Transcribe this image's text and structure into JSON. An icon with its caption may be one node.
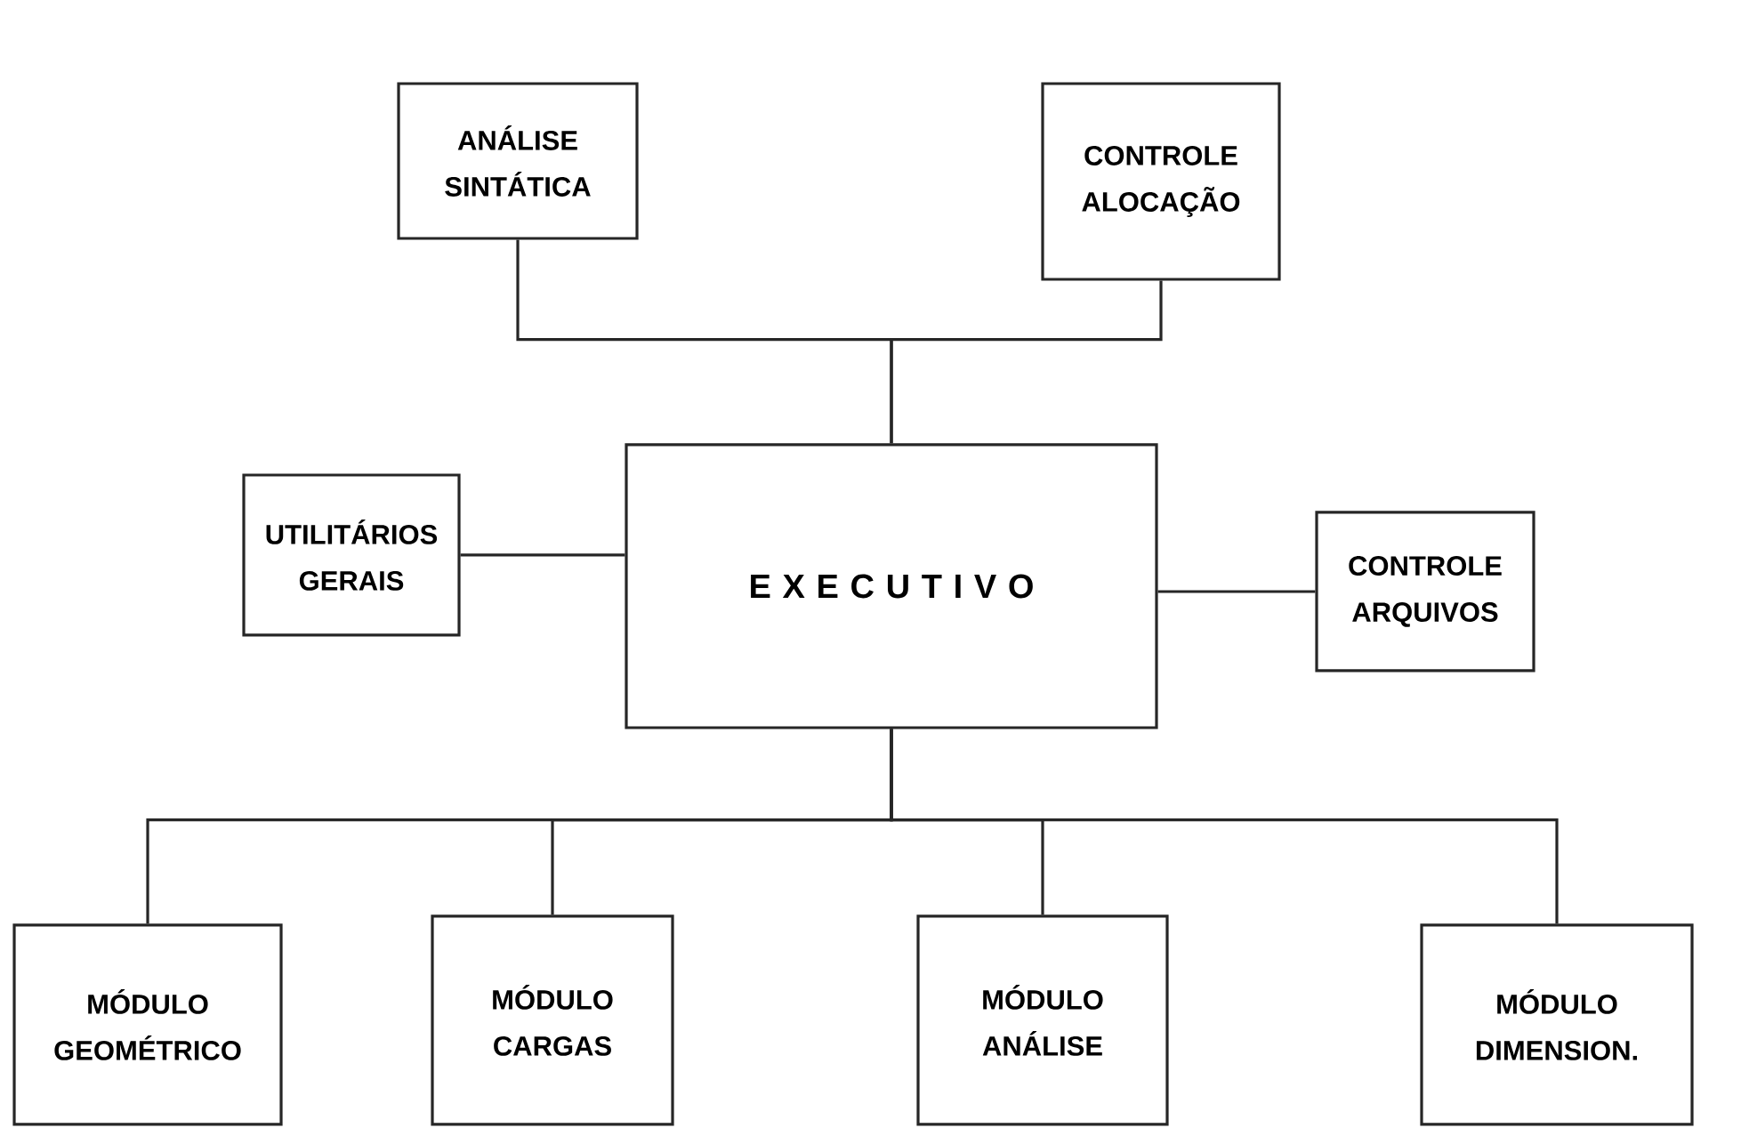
{
  "diagram": {
    "nodes": [
      {
        "text": [
          "ANÁLISE SINTÁTICA"
        ]
      },
      {
        "text": [
          "CONTROLE ALOCAÇÃO"
        ]
      },
      {
        "text": [
          "UTILITÁRIOS GERAIS"
        ]
      },
      {
        "text": [
          "E X E C U T I V O"
        ]
      },
      {
        "text": [
          "CONTROLE ARQUIVOS"
        ]
      },
      {
        "text": [
          "MÓDULO GEOMÉTRICO"
        ]
      },
      {
        "text": [
          "MÓDULO CARGAS"
        ]
      },
      {
        "text": [
          "MÓDULO ANÁLISE"
        ]
      },
      {
        "text": [
          "MÓDULO DIMENSION."
        ]
      }
    ],
    "edges": [
      {
        "from": 0,
        "to": 3,
        "arrow": "none"
      },
      {
        "from": 1,
        "to": 3,
        "arrow": "none"
      },
      {
        "from": 2,
        "to": 3,
        "arrow": "none"
      },
      {
        "from": 3,
        "to": 4,
        "arrow": "none"
      },
      {
        "from": 3,
        "to": 5,
        "arrow": "none"
      },
      {
        "from": 3,
        "to": 6,
        "arrow": "none"
      },
      {
        "from": 3,
        "to": 7,
        "arrow": "none"
      },
      {
        "from": 3,
        "to": 8,
        "arrow": "none"
      }
    ]
  }
}
